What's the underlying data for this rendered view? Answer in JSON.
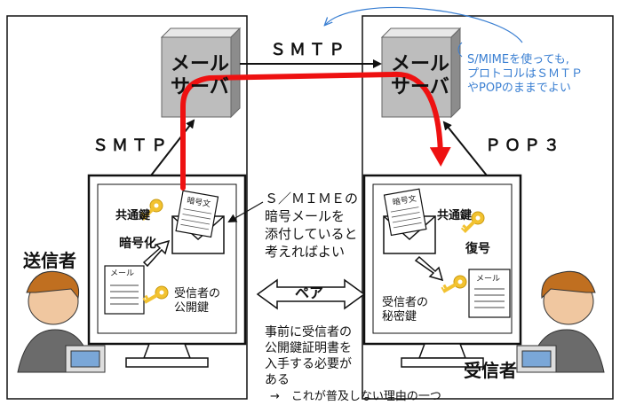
{
  "servers": {
    "left": {
      "line1": "メール",
      "line2": "サーバ"
    },
    "right": {
      "line1": "メール",
      "line2": "サーバ"
    }
  },
  "protocols": {
    "top": "ＳＭＴＰ",
    "left": "ＳＭＴＰ",
    "right": "ＰＯＰ３"
  },
  "note_right": {
    "line1": "S/MIMEを使っても,",
    "line2": "プロトコルはＳＭＴＰ",
    "line3": "やPOPのままでよい"
  },
  "center_note": {
    "line1": "Ｓ／ＭＩＭＥの",
    "line2": "暗号メールを",
    "line3": "添付していると",
    "line4": "考えればよい"
  },
  "pair": "ペア",
  "bottom_note": {
    "line1": "事前に受信者の",
    "line2": "公開鍵証明書を",
    "line3": "入手する必要が",
    "line4": "ある",
    "line5": "→　これが普及しない理由の一つ"
  },
  "sender": {
    "role": "送信者",
    "key_label": "共通鍵",
    "action": "暗号化",
    "mail_label": "メール",
    "cipher_label": "暗号文",
    "pubkey_line1": "受信者の",
    "pubkey_line2": "公開鍵"
  },
  "receiver": {
    "role": "受信者",
    "key_label": "共通鍵",
    "action": "復号",
    "mail_label": "メール",
    "cipher_label": "暗号文",
    "privkey_line1": "受信者の",
    "privkey_line2": "秘密鍵"
  },
  "colors": {
    "red_arrow": "#ee1111",
    "blue_note": "#3a7fd2",
    "key_gold": "#f2c230",
    "server_gray": "#b8b8b8"
  }
}
